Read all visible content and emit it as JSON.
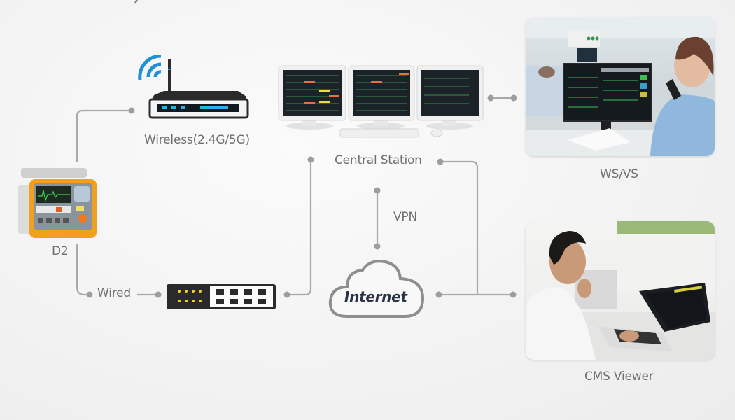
{
  "diagram": {
    "title_fragment": "",
    "nodes": {
      "d2": {
        "label": "D2",
        "icon": "defibrillator-monitor"
      },
      "wireless": {
        "label": "Wireless(2.4G/5G)",
        "icon": "wifi-router"
      },
      "switch": {
        "icon": "network-switch"
      },
      "central_station": {
        "label": "Central Station",
        "icon": "triple-monitor-workstation"
      },
      "internet": {
        "label": "Internet",
        "icon": "cloud"
      },
      "ws_vs": {
        "label": "WS/VS",
        "icon": "nurse-workstation-photo"
      },
      "cms_viewer": {
        "label": "CMS Viewer",
        "icon": "doctor-laptop-photo"
      }
    },
    "edges": [
      {
        "from": "d2",
        "to": "wireless",
        "label": ""
      },
      {
        "from": "d2",
        "to": "switch",
        "label": "Wired"
      },
      {
        "from": "switch",
        "to": "central_station",
        "label": ""
      },
      {
        "from": "central_station",
        "to": "ws_vs",
        "label": ""
      },
      {
        "from": "central_station",
        "to": "internet",
        "label": "VPN"
      },
      {
        "from": "internet",
        "to": "cms_viewer",
        "label": ""
      },
      {
        "from": "central_station",
        "to": "cms_viewer",
        "label": ""
      }
    ],
    "colors": {
      "wire": "#a9a9a9",
      "label": "#6f6f6f",
      "wifi_blue": "#1e90d6",
      "device_orange": "#f0a020",
      "internet_text": "#2b3447"
    }
  }
}
